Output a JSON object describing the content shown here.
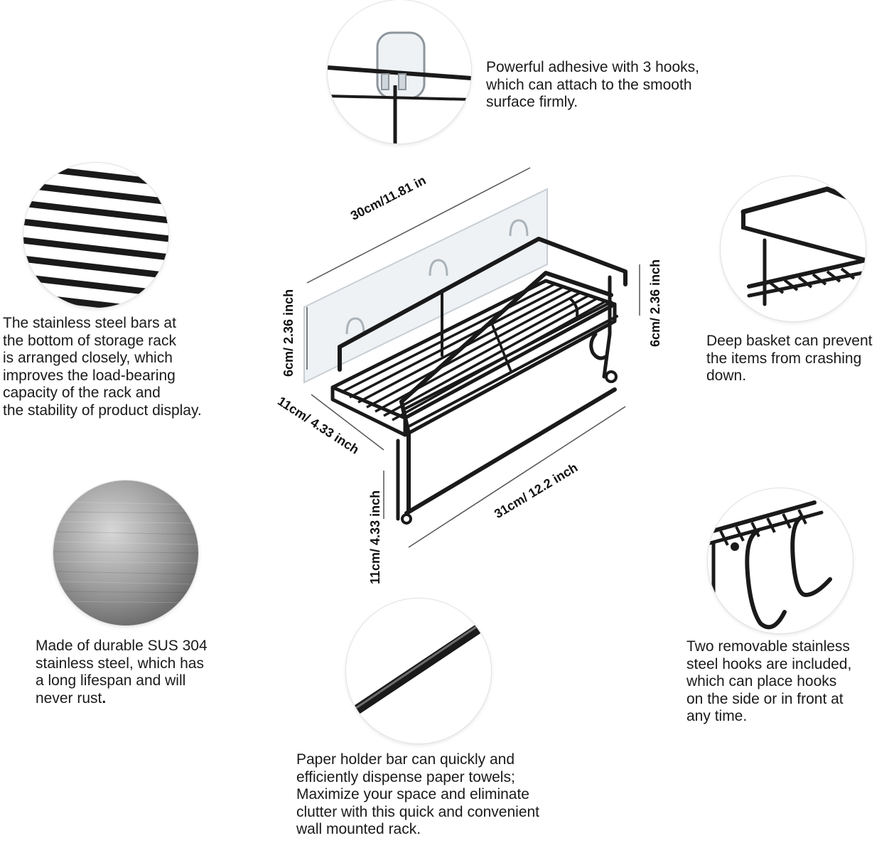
{
  "callouts": {
    "adhesive": "Powerful adhesive with 3 hooks,\nwhich can attach to the smooth\nsurface firmly.",
    "bars": "The stainless steel bars at\nthe bottom of storage rack\nis arranged closely, which\nimproves the load-bearing\ncapacity of the rack and\nthe stability of product display.",
    "basket": "Deep basket can prevent\nthe items from crashing\ndown.",
    "material_main": "Made of durable SUS 304\nstainless steel, which has\na long lifespan and will\nnever rust",
    "material_end": ".",
    "hooks": "Two removable stainless\nsteel hooks are included,\nwhich can place hooks\non the side or in front at\nany time.",
    "paper_bar": "Paper holder bar can quickly and\nefficiently dispense paper towels;\nMaximize your space and eliminate\nclutter with this quick and convenient\nwall mounted rack."
  },
  "dimensions": {
    "top_width": "30cm/11.81 in",
    "left_height": "6cm/ 2.36 inch",
    "right_height": "6cm/ 2.36 inch",
    "depth": "11cm/ 4.33 inch",
    "leg_height": "11cm/ 4.33 inch",
    "bottom_width": "31cm/ 12.2 inch"
  },
  "icons": [
    "adhesive-hook-detail-icon",
    "steel-bars-detail-icon",
    "deep-basket-detail-icon",
    "brushed-steel-texture-icon",
    "removable-hooks-detail-icon",
    "paper-holder-bar-detail-icon",
    "shower-caddy-rack-icon"
  ],
  "colors": {
    "steel": "#1a1a1a",
    "adhesive": "#cfd6dc",
    "text": "#1a1a1a",
    "brushed": "#8a8a8a"
  }
}
